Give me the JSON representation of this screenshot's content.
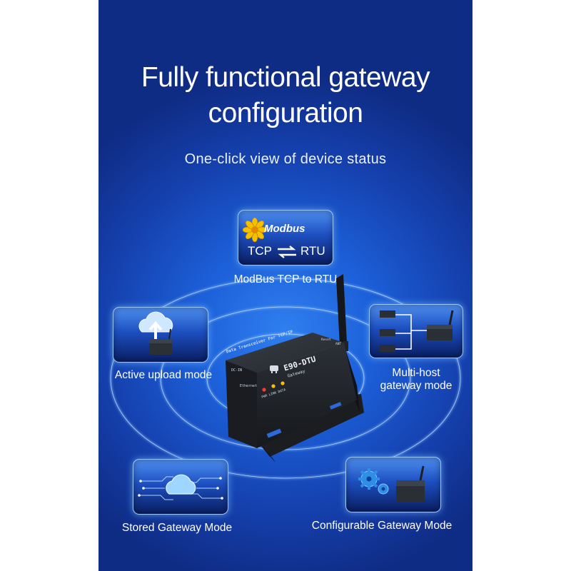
{
  "title_line1": "Fully functional gateway",
  "title_line2": "configuration",
  "subtitle": "One-click view of device status",
  "features": {
    "modbus": {
      "logo_text": "Modbus",
      "tcp_label": "TCP",
      "rtu_label": "RTU",
      "label": "ModBus TCP to RTU"
    },
    "active_upload": {
      "label": "Active upload mode"
    },
    "multi_host": {
      "label_line1": "Multi-host",
      "label_line2": "gateway mode"
    },
    "stored": {
      "label": "Stored Gateway Mode"
    },
    "configurable": {
      "label": "Configurable Gateway Mode"
    }
  },
  "device": {
    "panel_text": "Data Transceiver For TCP/IP",
    "model": "E90-DTU",
    "subtitle": "Gateway",
    "port_dc": "DC-IN",
    "port_eth": "Ethernet",
    "leds": "PWR  LINK  DATA",
    "reset": "Reset",
    "ant": "ANT"
  },
  "colors": {
    "background": "#1c5fd8",
    "card_border": "#9cc6ff",
    "text": "#ffffff"
  }
}
